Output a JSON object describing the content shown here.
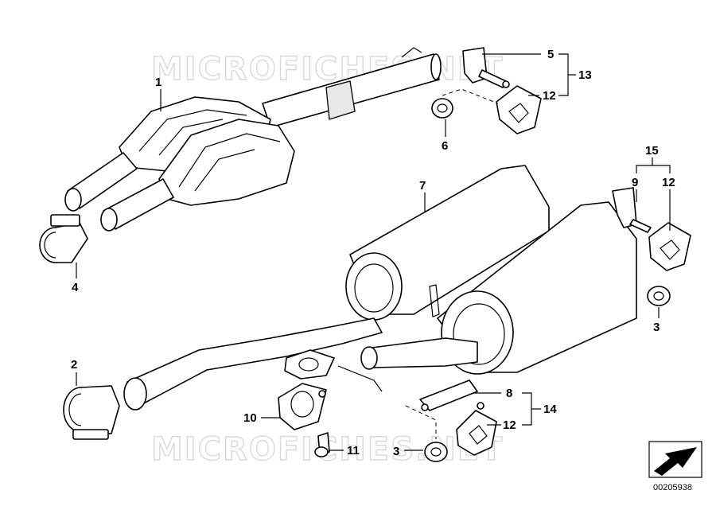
{
  "watermark": "MICROFICHES.NET",
  "diagram_id": "00205938",
  "callouts": {
    "c1": "1",
    "c2": "2",
    "c3a": "3",
    "c3b": "3",
    "c4": "4",
    "c5": "5",
    "c6": "6",
    "c7": "7",
    "c8": "8",
    "c9": "9",
    "c10": "10",
    "c11": "11",
    "c12a": "12",
    "c12b": "12",
    "c12c": "12",
    "c13": "13",
    "c14": "14",
    "c15": "15"
  }
}
